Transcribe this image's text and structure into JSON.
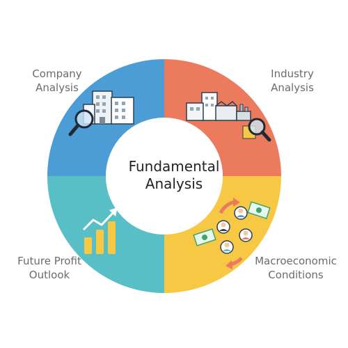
{
  "center": {
    "line1": "Fundamental",
    "line2": "Analysis"
  },
  "segments": [
    {
      "line1": "Company",
      "line2": "Analysis",
      "color": "#4c9dd6",
      "icon": "office-buildings-magnifier-icon"
    },
    {
      "line1": "Industry",
      "line2": "Analysis",
      "color": "#ec7b5e",
      "icon": "industrial-buildings-magnifier-icon"
    },
    {
      "line1": "Macroeconomic",
      "line2": "Conditions",
      "color": "#f7c844",
      "icon": "people-money-cycle-icon"
    },
    {
      "line1": "Future Profit",
      "line2": "Outlook",
      "color": "#58bfc6",
      "icon": "growth-bar-chart-icon"
    }
  ]
}
